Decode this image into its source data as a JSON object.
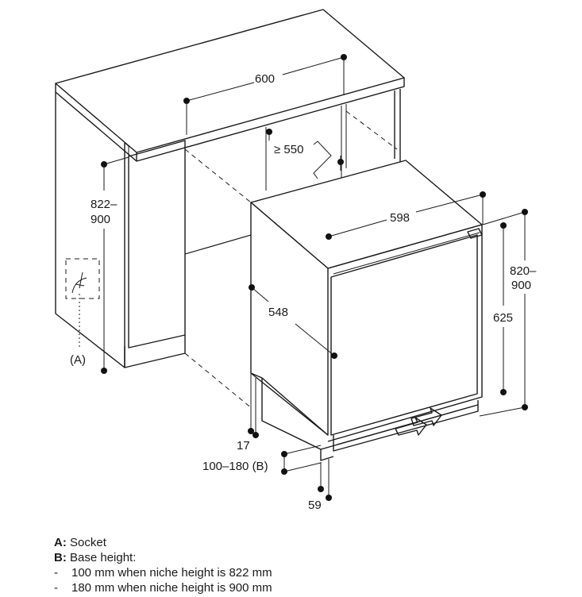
{
  "dimensions": {
    "cabinet_width": "600",
    "niche_depth": "≥ 550",
    "niche_height_line1": "822–",
    "niche_height_line2": "900",
    "appliance_width": "598",
    "appliance_depth": "548",
    "appliance_height_line1": "820–",
    "appliance_height_line2": "900",
    "door_height": "625",
    "plinth_depth": "17",
    "base_height": "100–180 (B)",
    "plinth_offset": "59"
  },
  "callouts": {
    "socket": "(A)"
  },
  "legend": {
    "a_key": "A:",
    "a_text": "Socket",
    "b_key": "B:",
    "b_text": "Base height:",
    "items": [
      {
        "bullet": "-",
        "text": "100 mm when niche height is 822 mm"
      },
      {
        "bullet": "-",
        "text": "180 mm when niche height is 900 mm"
      }
    ]
  }
}
